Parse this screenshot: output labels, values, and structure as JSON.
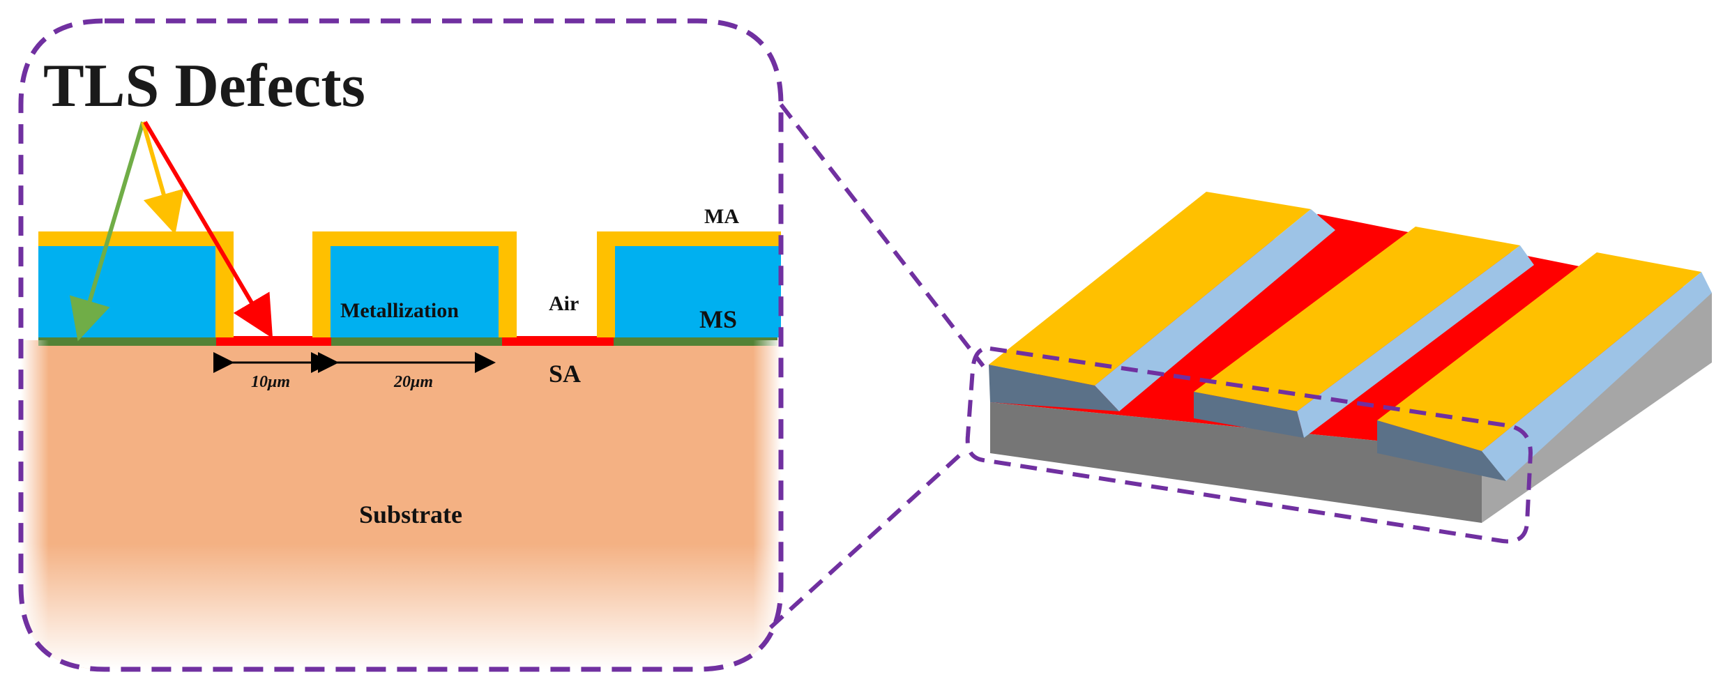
{
  "labels": {
    "title": "TLS Defects",
    "ma": "MA",
    "ms": "MS",
    "sa": "SA",
    "air": "Air",
    "metallization": "Metallization",
    "substrate": "Substrate",
    "gap_width": "10μm",
    "strip_width": "20μm"
  },
  "colors": {
    "metal_air": "#ffc000",
    "metal": "#00b0f0",
    "metal_substrate": "#548235",
    "substrate_air": "#ff0000",
    "substrate": "#f4b183",
    "frame": "#7030a0",
    "arrow_green": "#70ad47",
    "arrow_yellow": "#ffc000",
    "arrow_red": "#ff0000",
    "block_top": "#ffc000",
    "block_side": "#9dc3e6",
    "block_front": "#5b7188",
    "base_front": "#767676",
    "base_side": "#a6a6a6"
  }
}
